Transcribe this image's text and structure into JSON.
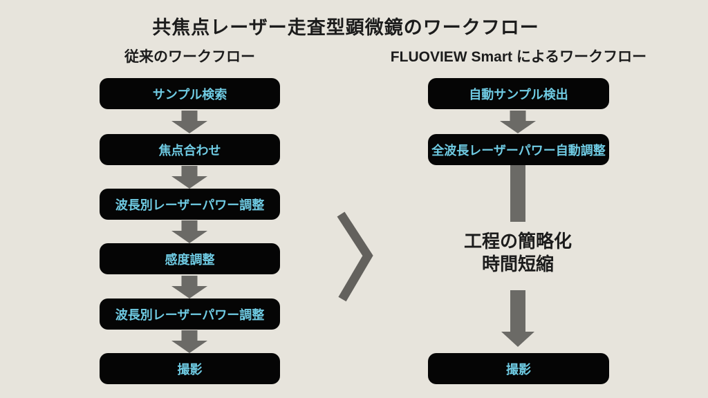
{
  "title": "共焦点レーザー走査型顕微鏡のワークフロー",
  "left_column": {
    "header": "従来のワークフロー",
    "steps": [
      {
        "label": "サンプル検索"
      },
      {
        "label": "焦点合わせ"
      },
      {
        "label": "波長別レーザーパワー調整"
      },
      {
        "label": "感度調整"
      },
      {
        "label": "波長別レーザーパワー調整"
      },
      {
        "label": "撮影"
      }
    ]
  },
  "right_column": {
    "header": "FLUOVIEW Smart によるワークフロー",
    "steps": [
      {
        "label": "自動サンプル検出"
      },
      {
        "label": "全波長レーザーパワー自動調整"
      }
    ],
    "benefit": {
      "line1": "工程の簡略化",
      "line2": "時間短縮"
    },
    "final_step": {
      "label": "撮影"
    }
  },
  "colors": {
    "background": "#e7e4dc",
    "box_fill": "#050505",
    "box_text": "#6fcbe3",
    "arrow": "#6b6a66",
    "chevron": "#63615d",
    "heading_text": "#1c1c1c"
  }
}
